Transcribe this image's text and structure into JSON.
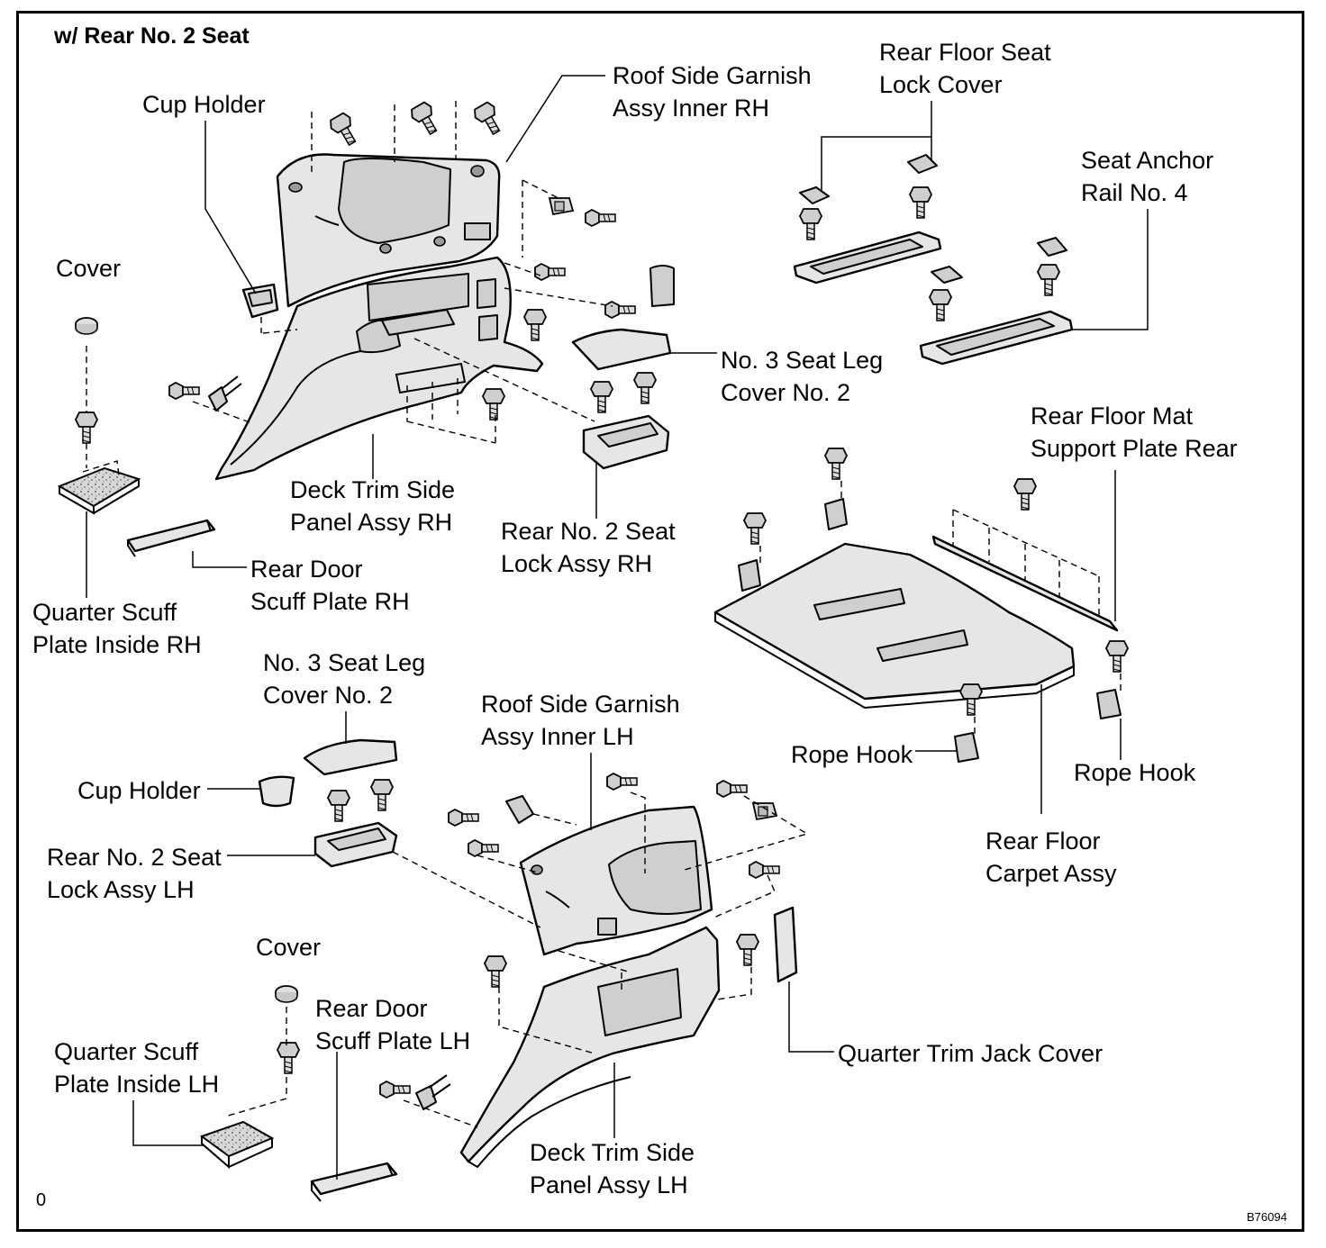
{
  "title": "w/ Rear No. 2 Seat",
  "labels": {
    "cup_holder_rh": "Cup Holder",
    "roof_garnish_rh": "Roof Side Garnish\nAssy Inner RH",
    "rear_floor_seat_lock_cover": "Rear Floor Seat\nLock Cover",
    "seat_anchor_rail": "Seat Anchor\nRail No. 4",
    "cover_rh": "Cover",
    "seat_leg_cover_rh": "No. 3 Seat Leg\nCover No. 2",
    "deck_trim_rh": "Deck Trim Side\nPanel Assy RH",
    "rear_no2_seat_lock_rh": "Rear No. 2 Seat\nLock Assy RH",
    "rear_door_scuff_rh": "Rear Door\nScuff Plate RH",
    "quarter_scuff_rh": "Quarter Scuff\nPlate Inside RH",
    "rear_floor_mat_support": "Rear Floor Mat\nSupport Plate Rear",
    "seat_leg_cover_lh": "No. 3 Seat Leg\nCover No. 2",
    "roof_garnish_lh": "Roof Side Garnish\nAssy Inner LH",
    "cup_holder_lh": "Cup Holder",
    "rope_hook_left": "Rope Hook",
    "rope_hook_right": "Rope Hook",
    "rear_no2_seat_lock_lh": "Rear No. 2 Seat\nLock Assy LH",
    "rear_floor_carpet": "Rear Floor\nCarpet Assy",
    "cover_lh": "Cover",
    "rear_door_scuff_lh": "Rear Door\nScuff Plate LH",
    "quarter_scuff_lh": "Quarter Scuff\nPlate Inside LH",
    "quarter_trim_jack_cover": "Quarter Trim Jack Cover",
    "deck_trim_lh": "Deck Trim Side\nPanel Assy LH"
  },
  "corner_mark": "0",
  "figure_code": "B76094"
}
